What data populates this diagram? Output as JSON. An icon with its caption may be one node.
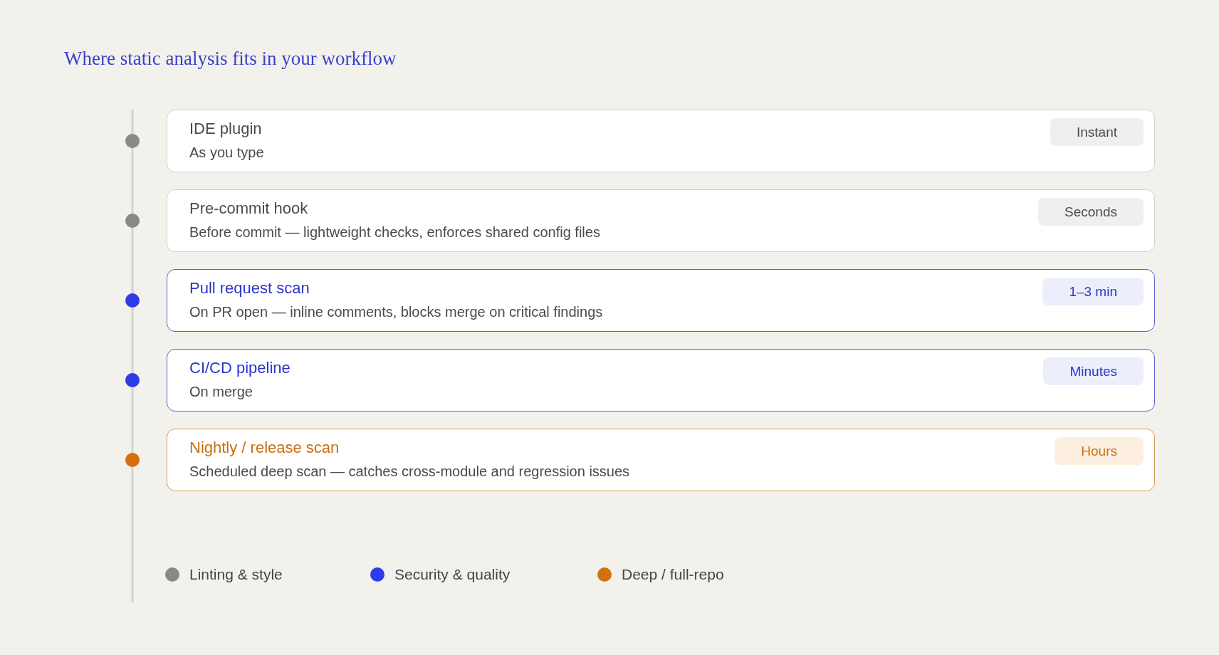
{
  "diagram": {
    "title": "Where static analysis fits in your workflow",
    "nodes": [
      {
        "text": [
          "IDE plugin",
          "As you type"
        ]
      },
      {
        "text": [
          "Instant"
        ],
        "in": 0
      },
      {
        "text": [
          "Pre-commit hook",
          "Before commit — lightweight checks, enforces shared config files"
        ]
      },
      {
        "text": [
          "Seconds"
        ],
        "in": 2
      },
      {
        "text": [
          "Pull request scan",
          "On PR open — inline comments, blocks merge on critical findings"
        ]
      },
      {
        "text": [
          "1–3 min"
        ],
        "in": 4
      },
      {
        "text": [
          "CI/CD pipeline",
          "On merge"
        ]
      },
      {
        "text": [
          "Minutes"
        ],
        "in": 6
      },
      {
        "text": [
          "Nightly / release scan",
          "Scheduled deep scan — catches cross-module and regression issues"
        ]
      },
      {
        "text": [
          "Hours"
        ],
        "in": 8
      }
    ],
    "legend": [
      {
        "text": "Linting & style",
        "color": "#888888"
      },
      {
        "text": "Security & quality",
        "color": "#2f3be8"
      },
      {
        "text": "Deep / full-repo",
        "color": "#d4700e"
      }
    ]
  }
}
